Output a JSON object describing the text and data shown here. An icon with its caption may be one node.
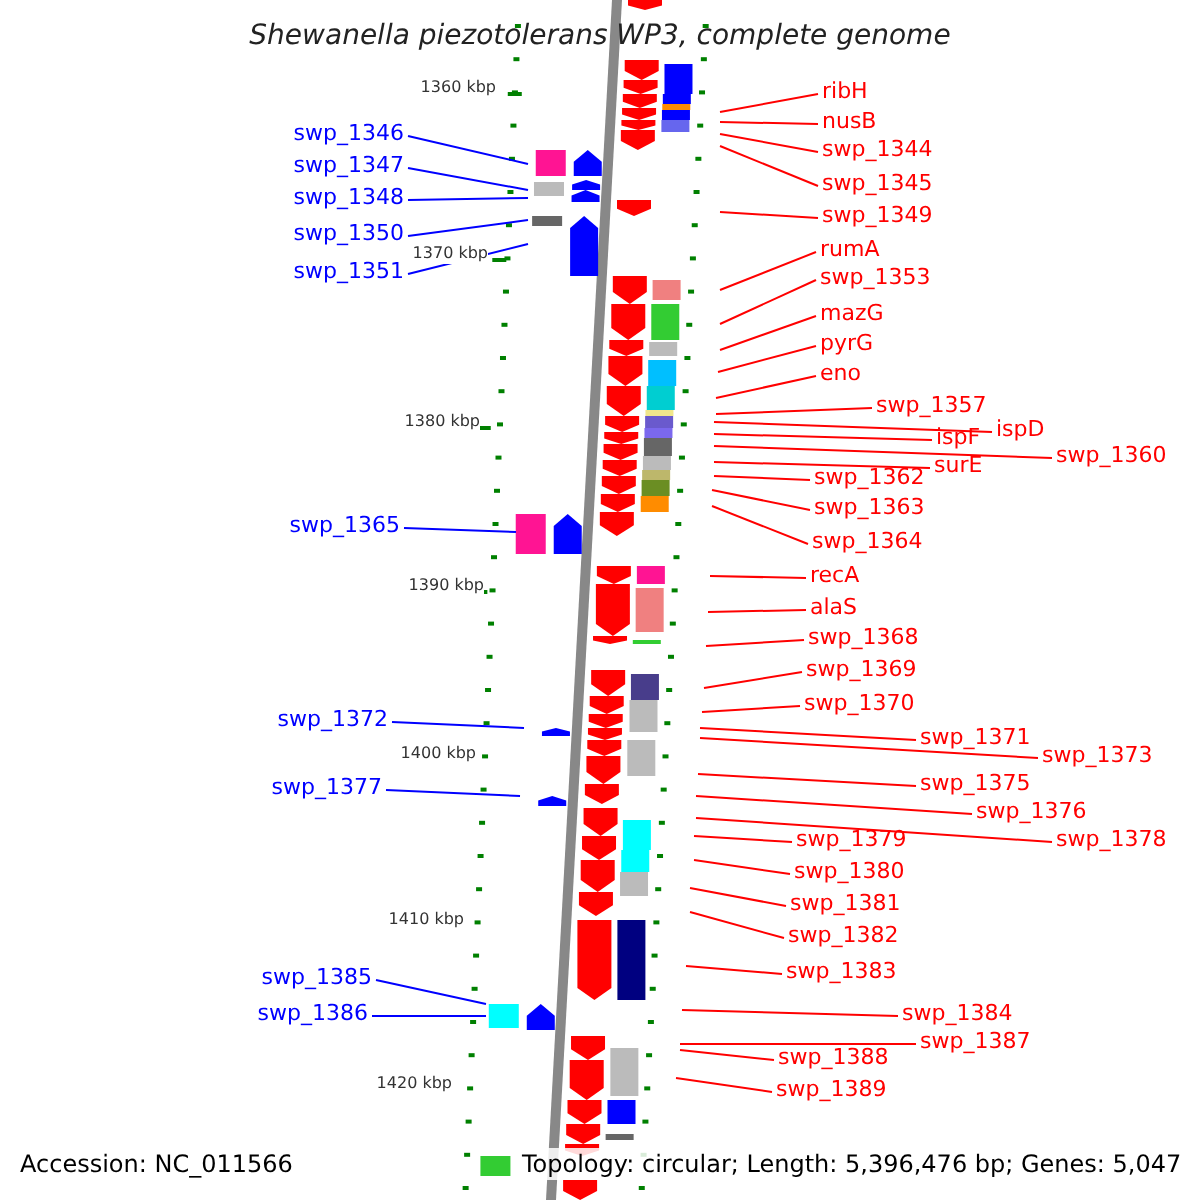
{
  "diagram": {
    "title": "Shewanella piezotolerans WP3, complete genome",
    "nodes": [
      {
        "text": [
          "ribH"
        ]
      },
      {
        "text": [
          "nusB"
        ]
      },
      {
        "text": [
          "swp_1346"
        ]
      },
      {
        "text": [
          "swp_1344"
        ]
      },
      {
        "text": [
          "swp_1347"
        ]
      },
      {
        "text": [
          "swp_1345"
        ]
      },
      {
        "text": [
          "swp_1348"
        ]
      },
      {
        "text": [
          "swp_1349"
        ]
      },
      {
        "text": [
          "swp_1350"
        ]
      },
      {
        "text": [
          "rumA"
        ]
      },
      {
        "text": [
          "swp_1351"
        ]
      },
      {
        "text": [
          "swp_1353"
        ]
      },
      {
        "text": [
          "mazG"
        ]
      },
      {
        "text": [
          "pyrG"
        ]
      },
      {
        "text": [
          "eno"
        ]
      },
      {
        "text": [
          "swp_1357"
        ]
      },
      {
        "text": [
          "ispD"
        ]
      },
      {
        "text": [
          "ispF"
        ]
      },
      {
        "text": [
          "swp_1360"
        ]
      },
      {
        "text": [
          "surE"
        ]
      },
      {
        "text": [
          "swp_1362"
        ]
      },
      {
        "text": [
          "swp_1363"
        ]
      },
      {
        "text": [
          "swp_1365"
        ]
      },
      {
        "text": [
          "swp_1364"
        ]
      },
      {
        "text": [
          "recA"
        ]
      },
      {
        "text": [
          "alaS"
        ]
      },
      {
        "text": [
          "swp_1368"
        ]
      },
      {
        "text": [
          "swp_1369"
        ]
      },
      {
        "text": [
          "swp_1370"
        ]
      },
      {
        "text": [
          "swp_1372"
        ]
      },
      {
        "text": [
          "swp_1371"
        ]
      },
      {
        "text": [
          "swp_1373"
        ]
      },
      {
        "text": [
          "swp_1375"
        ]
      },
      {
        "text": [
          "swp_1377"
        ]
      },
      {
        "text": [
          "swp_1376"
        ]
      },
      {
        "text": [
          "swp_1379"
        ]
      },
      {
        "text": [
          "swp_1378"
        ]
      },
      {
        "text": [
          "swp_1380"
        ]
      },
      {
        "text": [
          "swp_1381"
        ]
      },
      {
        "text": [
          "swp_1382"
        ]
      },
      {
        "text": [
          "swp_1383"
        ]
      },
      {
        "text": [
          "swp_1385"
        ]
      },
      {
        "text": [
          "swp_1384"
        ]
      },
      {
        "text": [
          "swp_1386"
        ]
      },
      {
        "text": [
          "swp_1387"
        ]
      },
      {
        "text": [
          "swp_1388"
        ]
      },
      {
        "text": [
          "swp_1389"
        ]
      }
    ],
    "edges": [
      {
        "from": 0,
        "to": null,
        "arrow": "none"
      },
      {
        "from": 1,
        "to": null,
        "arrow": "none"
      },
      {
        "from": 2,
        "to": null,
        "arrow": "none",
        "color": "#0000ff"
      },
      {
        "from": 3,
        "to": null,
        "arrow": "none"
      },
      {
        "from": 4,
        "to": null,
        "arrow": "none",
        "color": "#0000ff"
      },
      {
        "from": 5,
        "to": null,
        "arrow": "none"
      },
      {
        "from": 6,
        "to": null,
        "arrow": "none",
        "color": "#0000ff"
      },
      {
        "from": 7,
        "to": null,
        "arrow": "none"
      },
      {
        "from": 8,
        "to": null,
        "arrow": "none",
        "color": "#0000ff"
      },
      {
        "from": 9,
        "to": null,
        "arrow": "none"
      },
      {
        "from": 10,
        "to": null,
        "arrow": "none",
        "color": "#0000ff"
      },
      {
        "from": 11,
        "to": null,
        "arrow": "none"
      },
      {
        "from": 12,
        "to": null,
        "arrow": "none"
      },
      {
        "from": 13,
        "to": null,
        "arrow": "none"
      },
      {
        "from": 14,
        "to": null,
        "arrow": "none"
      },
      {
        "from": 15,
        "to": null,
        "arrow": "none"
      },
      {
        "from": 16,
        "to": null,
        "arrow": "none"
      },
      {
        "from": 17,
        "to": null,
        "arrow": "none"
      },
      {
        "from": 18,
        "to": null,
        "arrow": "none"
      },
      {
        "from": 19,
        "to": null,
        "arrow": "none"
      },
      {
        "from": 20,
        "to": null,
        "arrow": "none"
      },
      {
        "from": 21,
        "to": null,
        "arrow": "none"
      },
      {
        "from": 22,
        "to": null,
        "arrow": "none",
        "color": "#0000ff"
      },
      {
        "from": 23,
        "to": null,
        "arrow": "none"
      },
      {
        "from": 24,
        "to": null,
        "arrow": "none"
      },
      {
        "from": 25,
        "to": null,
        "arrow": "none"
      },
      {
        "from": 26,
        "to": null,
        "arrow": "none"
      },
      {
        "from": 27,
        "to": null,
        "arrow": "none"
      },
      {
        "from": 28,
        "to": null,
        "arrow": "none"
      },
      {
        "from": 29,
        "to": null,
        "arrow": "none",
        "color": "#0000ff"
      },
      {
        "from": 30,
        "to": null,
        "arrow": "none"
      },
      {
        "from": 31,
        "to": null,
        "arrow": "none"
      },
      {
        "from": 32,
        "to": null,
        "arrow": "none"
      },
      {
        "from": 33,
        "to": null,
        "arrow": "none",
        "color": "#0000ff"
      },
      {
        "from": 34,
        "to": null,
        "arrow": "none"
      },
      {
        "from": 35,
        "to": null,
        "arrow": "none"
      },
      {
        "from": 36,
        "to": null,
        "arrow": "none"
      },
      {
        "from": 37,
        "to": null,
        "arrow": "none"
      },
      {
        "from": 38,
        "to": null,
        "arrow": "none"
      },
      {
        "from": 39,
        "to": null,
        "arrow": "none"
      },
      {
        "from": 40,
        "to": null,
        "arrow": "none"
      },
      {
        "from": 41,
        "to": null,
        "arrow": "none",
        "color": "#0000ff"
      },
      {
        "from": 42,
        "to": null,
        "arrow": "none"
      },
      {
        "from": 43,
        "to": null,
        "arrow": "none",
        "color": "#0000ff"
      },
      {
        "from": 44,
        "to": null,
        "arrow": "none"
      },
      {
        "from": 45,
        "to": null,
        "arrow": "none"
      },
      {
        "from": 46,
        "to": null,
        "arrow": "none"
      }
    ],
    "labels": [
      "1360 kbp",
      "1370 kbp",
      "1380 kbp",
      "1390 kbp",
      "1400 kbp",
      "1410 kbp",
      "1420 kbp",
      "Accession: NC_011566",
      "Topology: circular; Length: 5,396,476 bp; Genes: 5,047"
    ]
  }
}
